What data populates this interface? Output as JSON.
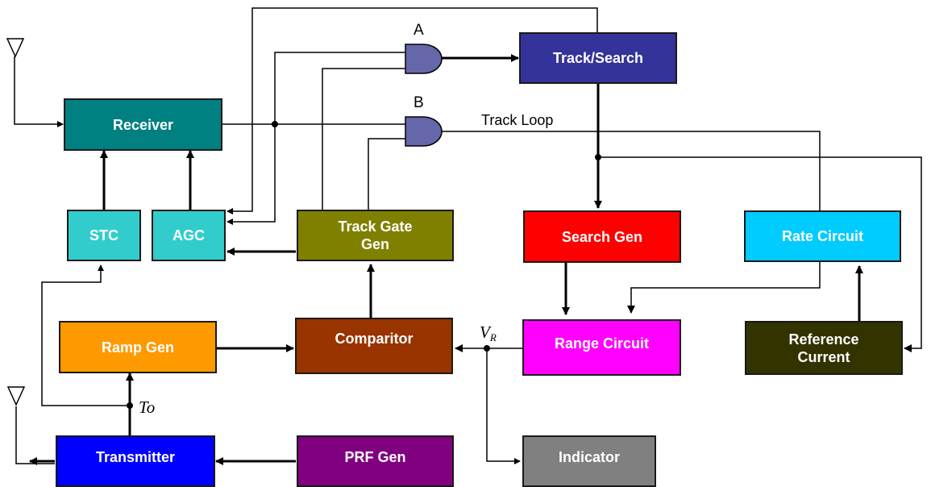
{
  "blocks": {
    "receiver": {
      "label": "Receiver",
      "color": "#008080"
    },
    "track_search": {
      "label": "Track/Search",
      "color": "#333399"
    },
    "stc": {
      "label": "STC",
      "color": "#33CCCC"
    },
    "agc": {
      "label": "AGC",
      "color": "#33CCCC"
    },
    "track_gate_gen": {
      "label": "Track Gate\nGen",
      "color": "#808000"
    },
    "search_gen": {
      "label": "Search Gen",
      "color": "#FF0000"
    },
    "rate_circuit": {
      "label": "Rate Circuit",
      "color": "#00CCFF"
    },
    "ramp_gen": {
      "label": "Ramp Gen",
      "color": "#FF9900"
    },
    "comparitor": {
      "label": "Comparitor",
      "color": "#993300"
    },
    "range_circuit": {
      "label": "Range Circuit",
      "color": "#FF00FF"
    },
    "reference_current": {
      "label": "Reference\nCurrent",
      "color": "#333300"
    },
    "transmitter": {
      "label": "Transmitter",
      "color": "#0000FF"
    },
    "prf_gen": {
      "label": "PRF Gen",
      "color": "#800080"
    },
    "indicator": {
      "label": "Indicator",
      "color": "#808080"
    }
  },
  "gates": {
    "a": {
      "label": "A",
      "color": "#6666AA"
    },
    "b": {
      "label": "B",
      "color": "#6666AA"
    }
  },
  "labels": {
    "track_loop": "Track Loop",
    "vr": "V",
    "vr_sub": "R",
    "to": "To"
  },
  "icons": [
    "antenna-icon",
    "antenna-icon"
  ]
}
